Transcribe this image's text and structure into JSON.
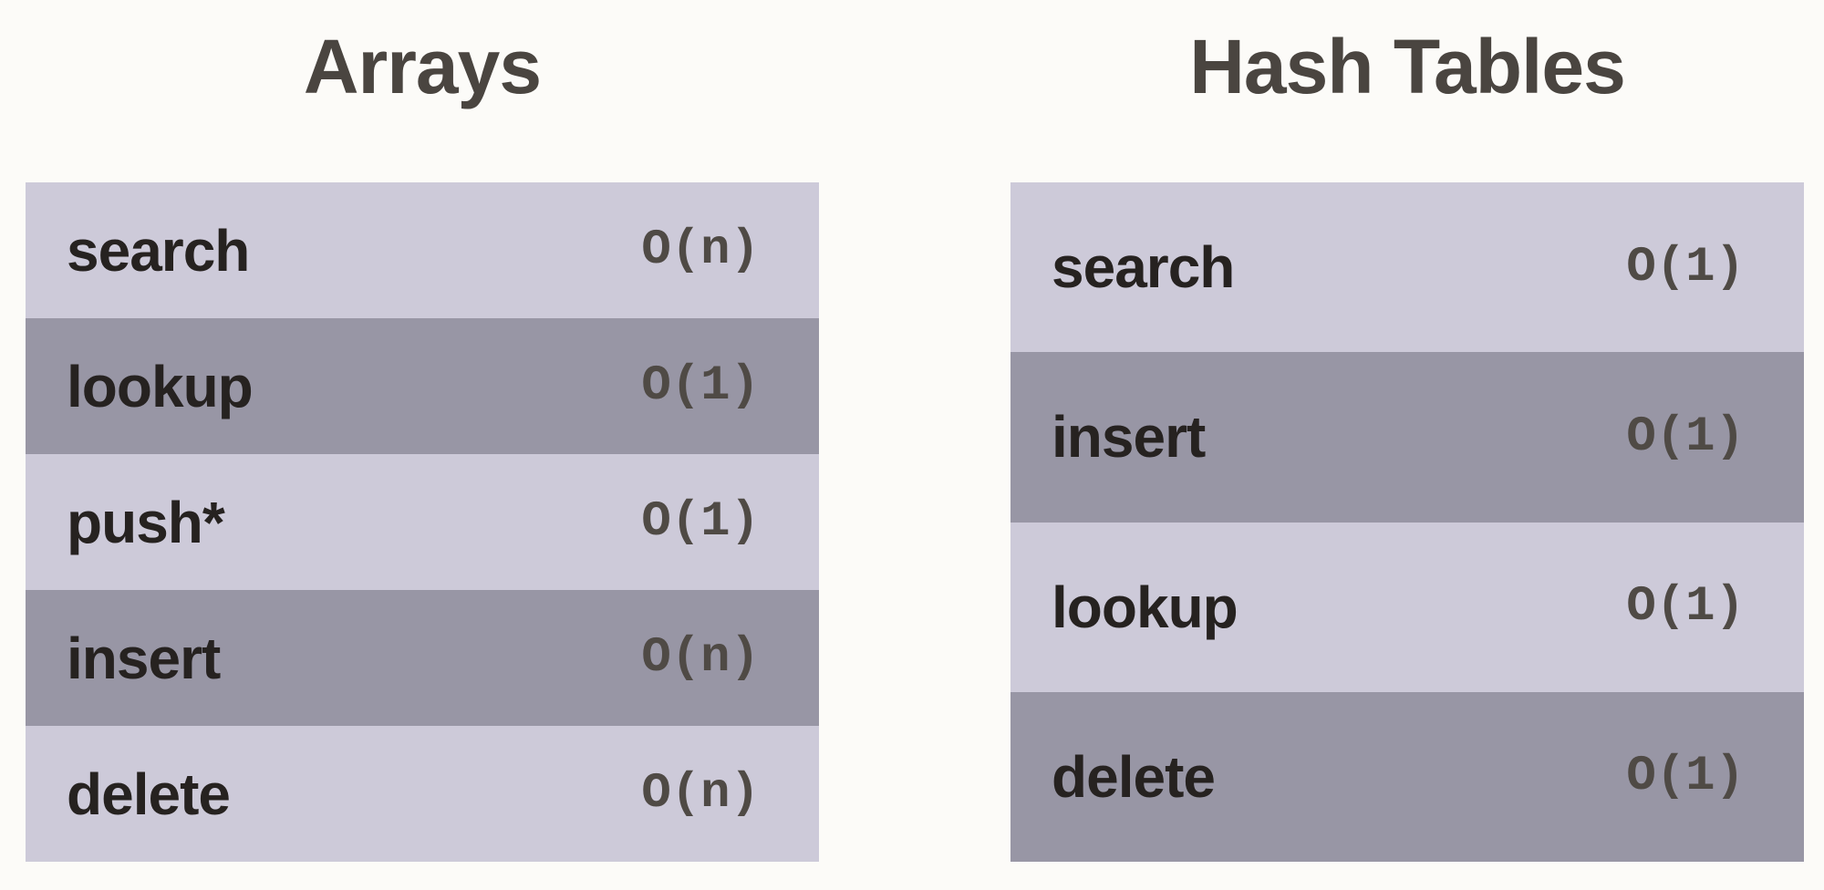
{
  "arrays": {
    "title": "Arrays",
    "rows": [
      {
        "op": "search",
        "complexity": "O(n)"
      },
      {
        "op": "lookup",
        "complexity": "O(1)"
      },
      {
        "op": "push*",
        "complexity": "O(1)"
      },
      {
        "op": "insert",
        "complexity": "O(n)"
      },
      {
        "op": "delete",
        "complexity": "O(n)"
      }
    ]
  },
  "hash_tables": {
    "title": "Hash Tables",
    "rows": [
      {
        "op": "search",
        "complexity": "O(1)"
      },
      {
        "op": "insert",
        "complexity": "O(1)"
      },
      {
        "op": "lookup",
        "complexity": "O(1)"
      },
      {
        "op": "delete",
        "complexity": "O(1)"
      }
    ]
  },
  "colors": {
    "background": "#fcfbf8",
    "row_light": "#cdcad9",
    "row_dark": "#9896a5",
    "title_text": "#4a4540",
    "op_text": "#262220",
    "complexity_text": "#4f4a45"
  }
}
